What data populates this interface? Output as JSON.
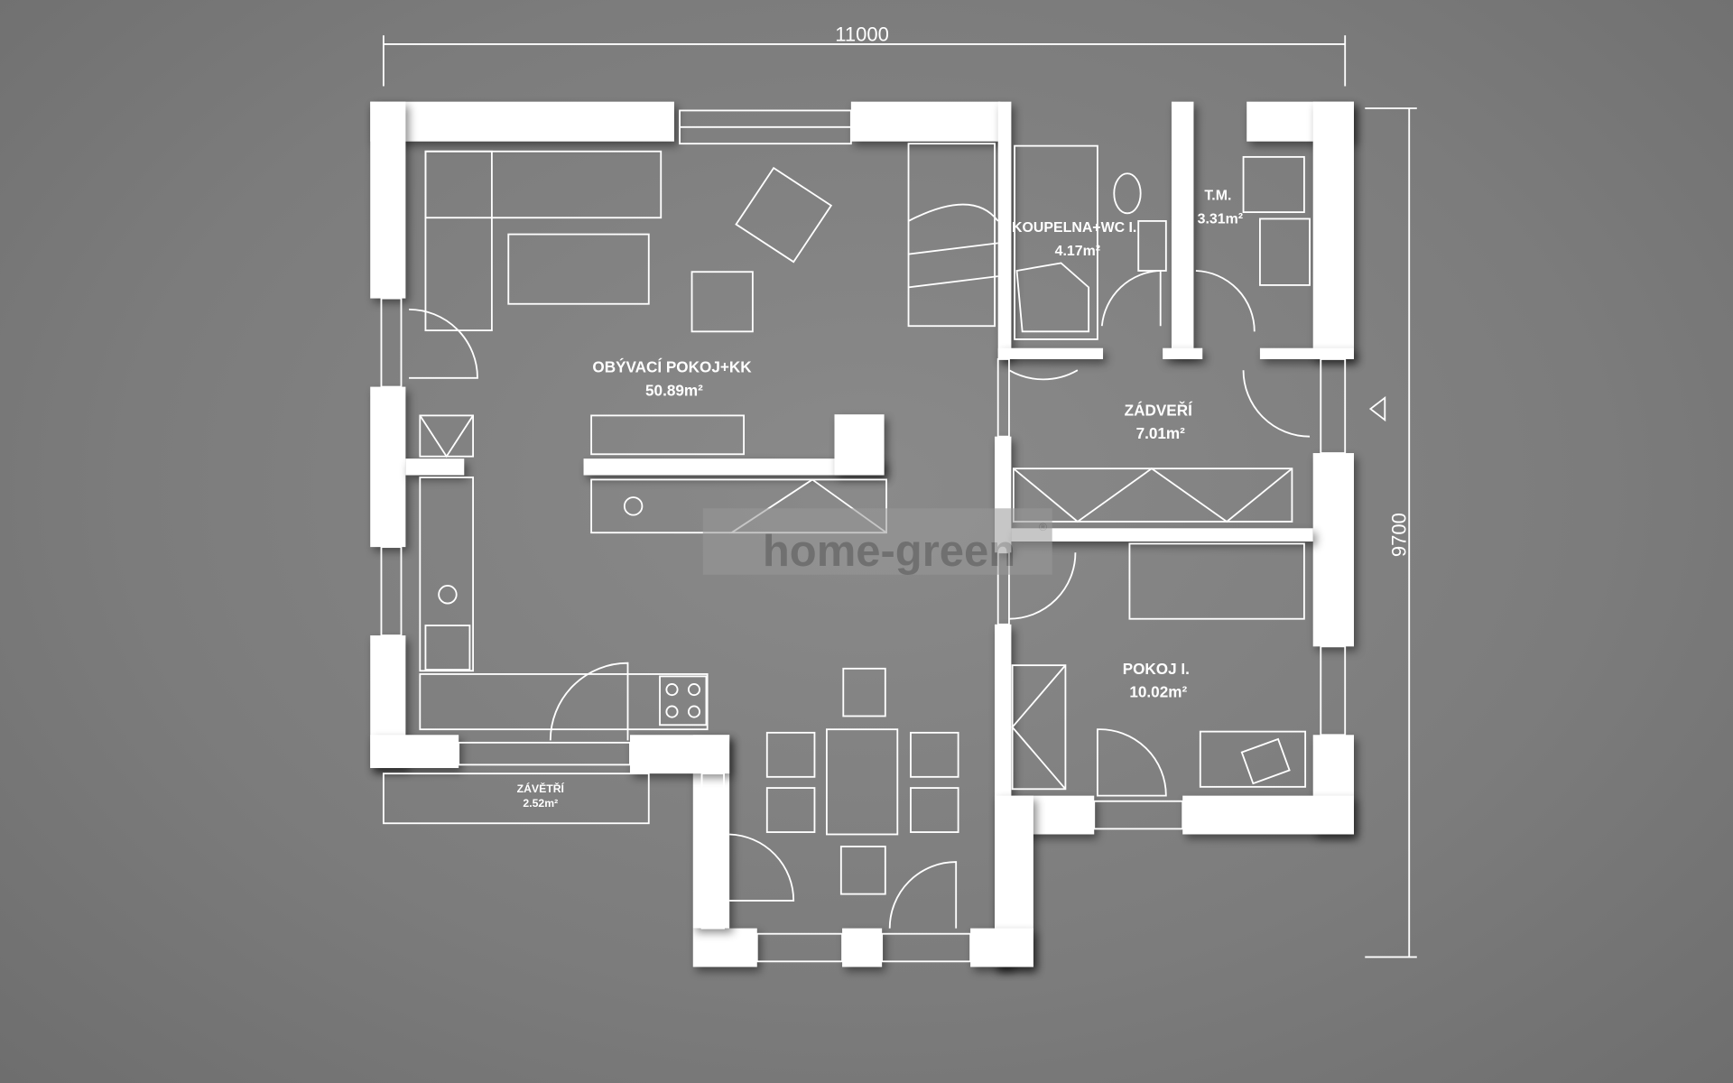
{
  "dimensions": {
    "width": "11000",
    "height": "9700"
  },
  "rooms": [
    {
      "name": "OBÝVACÍ POKOJ+KK",
      "area": "50.89m²"
    },
    {
      "name": "KOUPELNA+WC I.",
      "area": "4.17m²"
    },
    {
      "name": "T.M.",
      "area": "3.31m²"
    },
    {
      "name": "ZÁDVEŘÍ",
      "area": "7.01m²"
    },
    {
      "name": "POKOJ I.",
      "area": "10.02m²"
    },
    {
      "name": "ZÁVĚTŘÍ",
      "area": "2.52m²"
    }
  ],
  "watermark": {
    "text": "home-green",
    "mark": "®"
  },
  "colors": {
    "background": "#7c7c7c",
    "lines": "#ffffff"
  }
}
